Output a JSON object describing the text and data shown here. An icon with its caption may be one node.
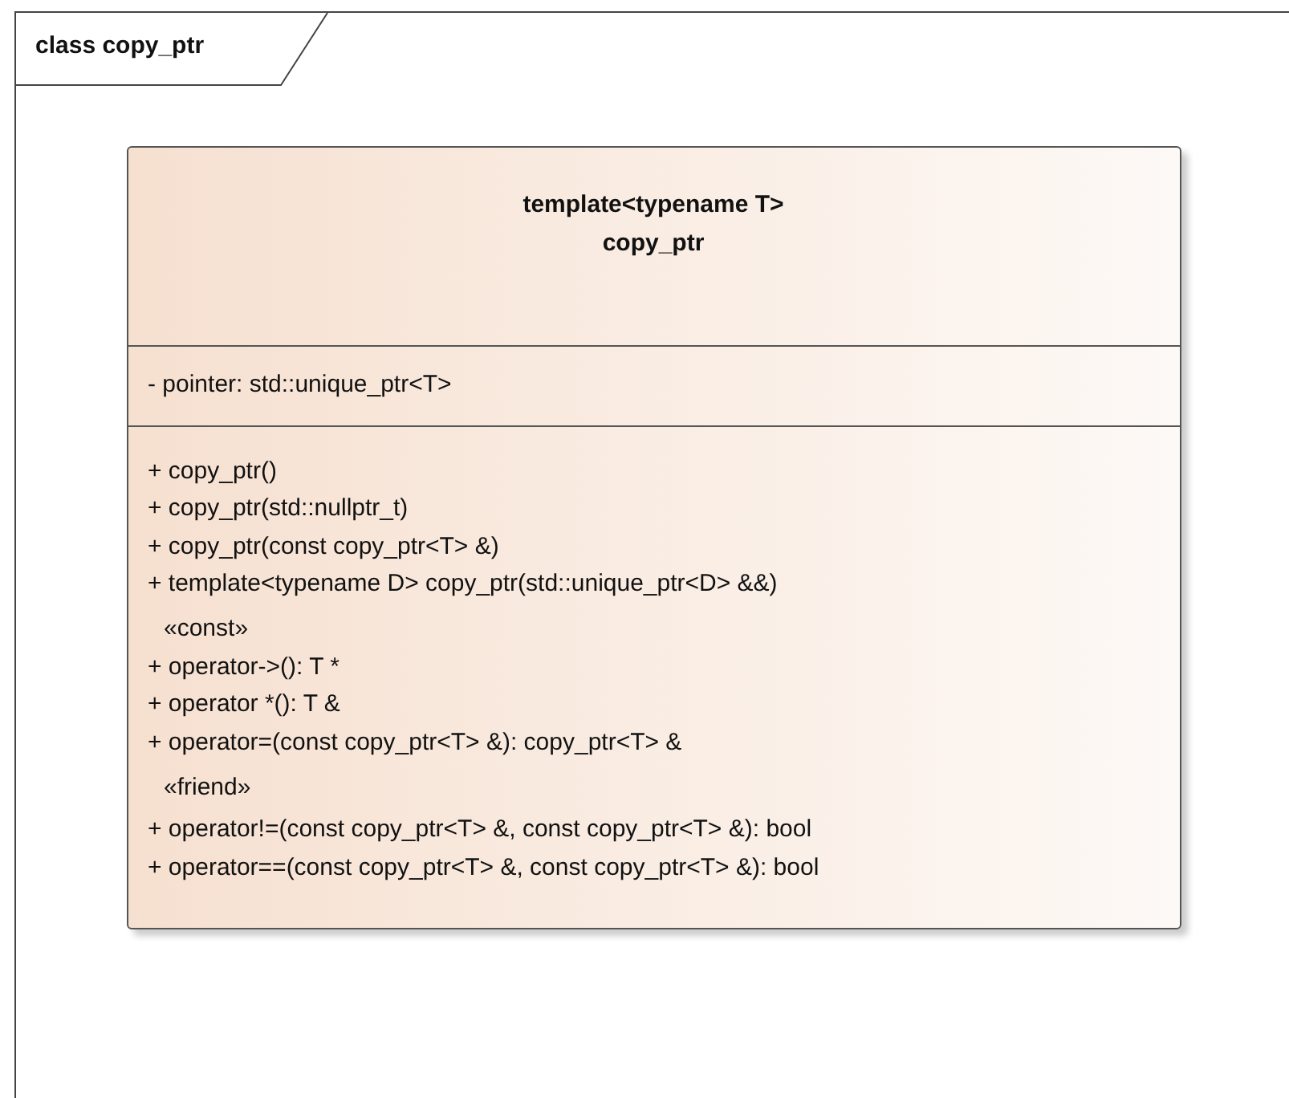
{
  "diagram": {
    "nodes": [
      {
        "text": [
          "class copy_ptr"
        ]
      },
      {
        "text": [
          "template<typename T> copy_ptr",
          "- pointer: std::unique_ptr<T>",
          "+ copy_ptr()",
          "+ copy_ptr(std::nullptr_t)",
          "+ copy_ptr(const copy_ptr<T> &)",
          "+ template<typename D> copy_ptr(std::unique_ptr<D> &&)",
          "«const»",
          "+ operator->(): T *",
          "+ operator *(): T &",
          "+ operator=(const copy_ptr<T> &): copy_ptr<T> &",
          "«friend»",
          "+ operator!=(const copy_ptr<T> &, const copy_ptr<T> &): bool",
          "+ operator==(const copy_ptr<T> &, const copy_ptr<T> &): bool"
        ],
        "in": 0
      }
    ],
    "edges": []
  }
}
